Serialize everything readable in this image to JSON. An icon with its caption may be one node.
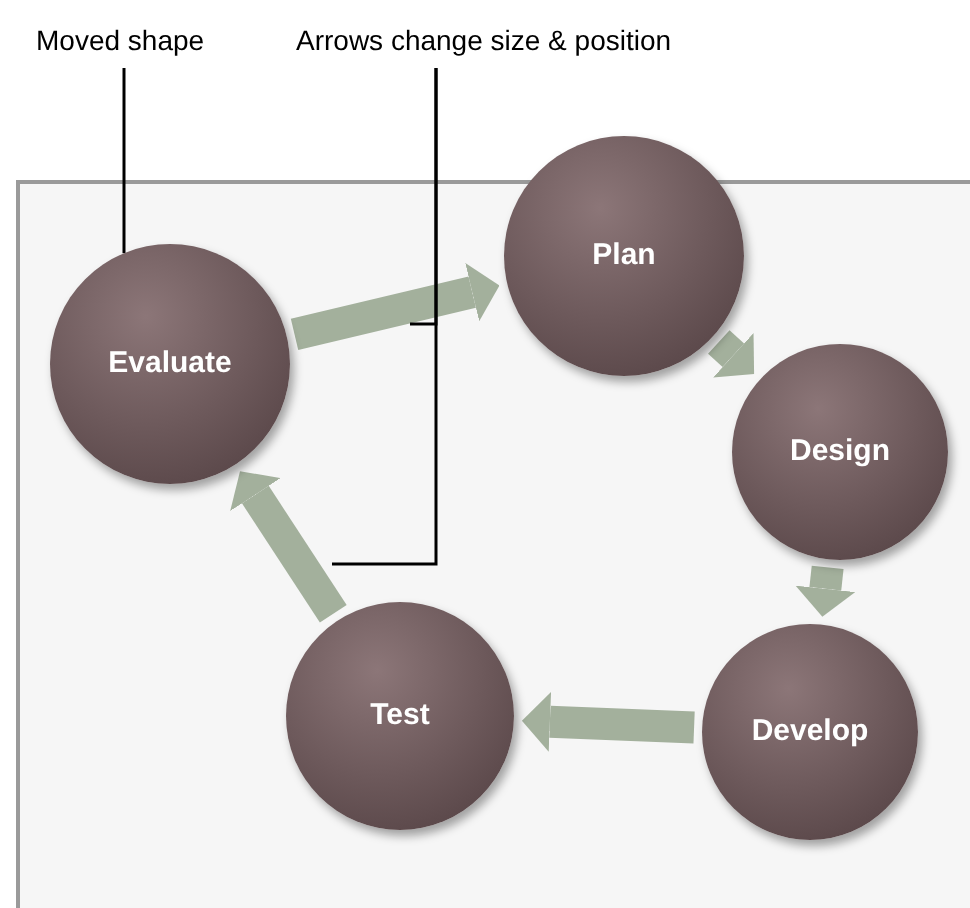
{
  "diagram": {
    "nodes": [
      {
        "text": [
          "Moved shape"
        ]
      },
      {
        "text": [
          "Arrows change size & position"
        ]
      },
      {
        "text": [
          "Evaluate"
        ]
      },
      {
        "text": [
          "Plan"
        ]
      },
      {
        "text": [
          "Design"
        ]
      },
      {
        "text": [
          "Develop"
        ]
      },
      {
        "text": [
          "Test"
        ]
      }
    ],
    "edges": [
      {
        "from": 2,
        "to": 3,
        "arrow": "to"
      },
      {
        "from": 3,
        "to": 4,
        "arrow": "to"
      },
      {
        "from": 4,
        "to": 5,
        "arrow": "to"
      },
      {
        "from": 5,
        "to": 6,
        "arrow": "to"
      },
      {
        "from": 6,
        "to": 2,
        "arrow": "to"
      },
      {
        "from": 0,
        "to": 2,
        "arrow": "none",
        "color": "#000000"
      },
      {
        "from": 1,
        "to": null,
        "arrow": "none",
        "color": "#000000"
      },
      {
        "from": 1,
        "to": null,
        "arrow": "none",
        "color": "#000000"
      }
    ]
  }
}
